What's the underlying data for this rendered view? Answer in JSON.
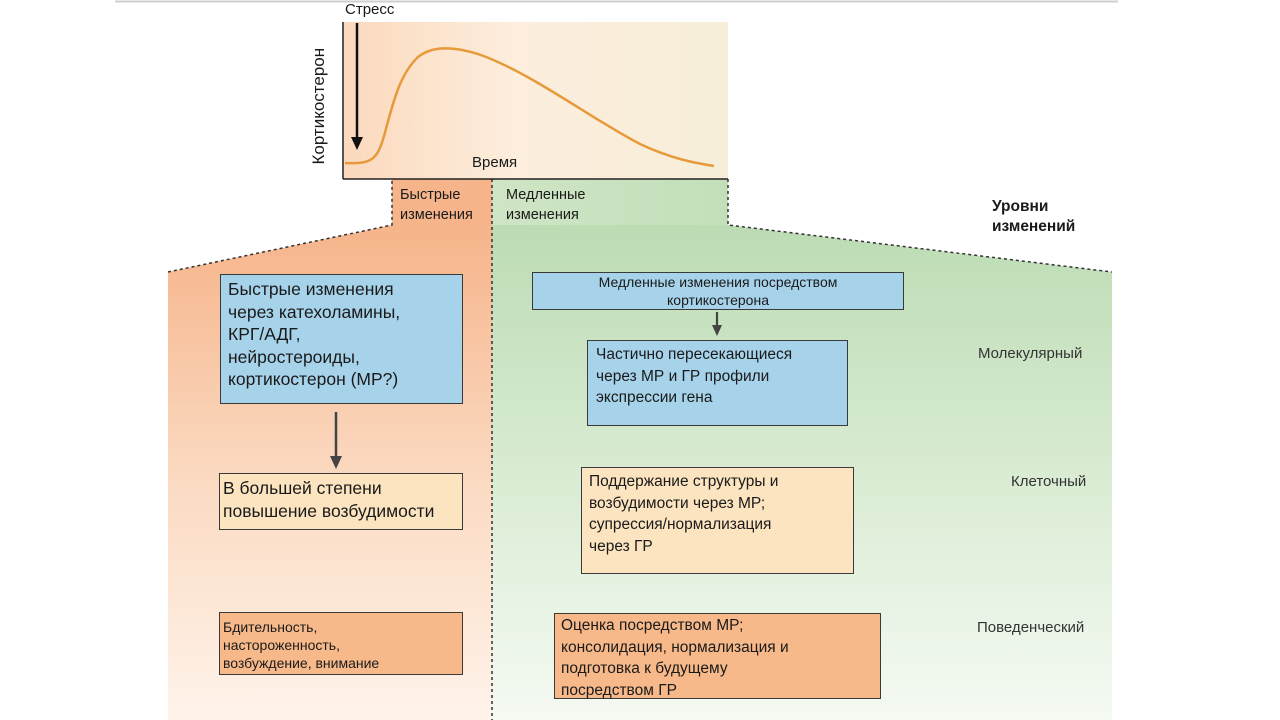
{
  "graph": {
    "stress_label": "Стресс",
    "y_label": "Кортикостерон",
    "x_label": "Время"
  },
  "phases": {
    "fast_label": [
      "Быстрые",
      "изменения"
    ],
    "slow_label": [
      "Медленные",
      "изменения"
    ]
  },
  "levels": {
    "title": [
      "Уровни",
      "изменений"
    ],
    "molecular": "Молекулярный",
    "cellular": "Клеточный",
    "behavioral": "Поведенческий"
  },
  "fast": {
    "molecular": [
      "Быстрые изменения",
      "через катехоламины,",
      "КРГ/АДГ,",
      "нейростероиды,",
      "кортикостерон (МР?)"
    ],
    "cellular": [
      "В большей степени",
      "повышение возбудимости"
    ],
    "behavioral": [
      "Бдительность,",
      "настороженность,",
      "возбуждение, внимание"
    ]
  },
  "slow": {
    "header": [
      "Медленные изменения посредством",
      "кортикостерона"
    ],
    "molecular": [
      "Частично пересекающиеся",
      "через МР и ГР профили",
      "экспрессии гена"
    ],
    "cellular": [
      "Поддержание структуры и",
      "возбудимости через МР;",
      "супрессия/нормализация",
      "через ГР"
    ],
    "behavioral": [
      "Оценка посредством МР;",
      "консолидация, нормализация и",
      "подготовка к будущему",
      "посредством ГР"
    ]
  },
  "colors": {
    "fast_zone": "#f6b48a",
    "slow_zone": "#bcdcb4",
    "curve": "#e69a3a",
    "box_blue": "#a6d3ea",
    "box_yellow": "#fbe4bf",
    "box_orange": "#f7b98a"
  }
}
